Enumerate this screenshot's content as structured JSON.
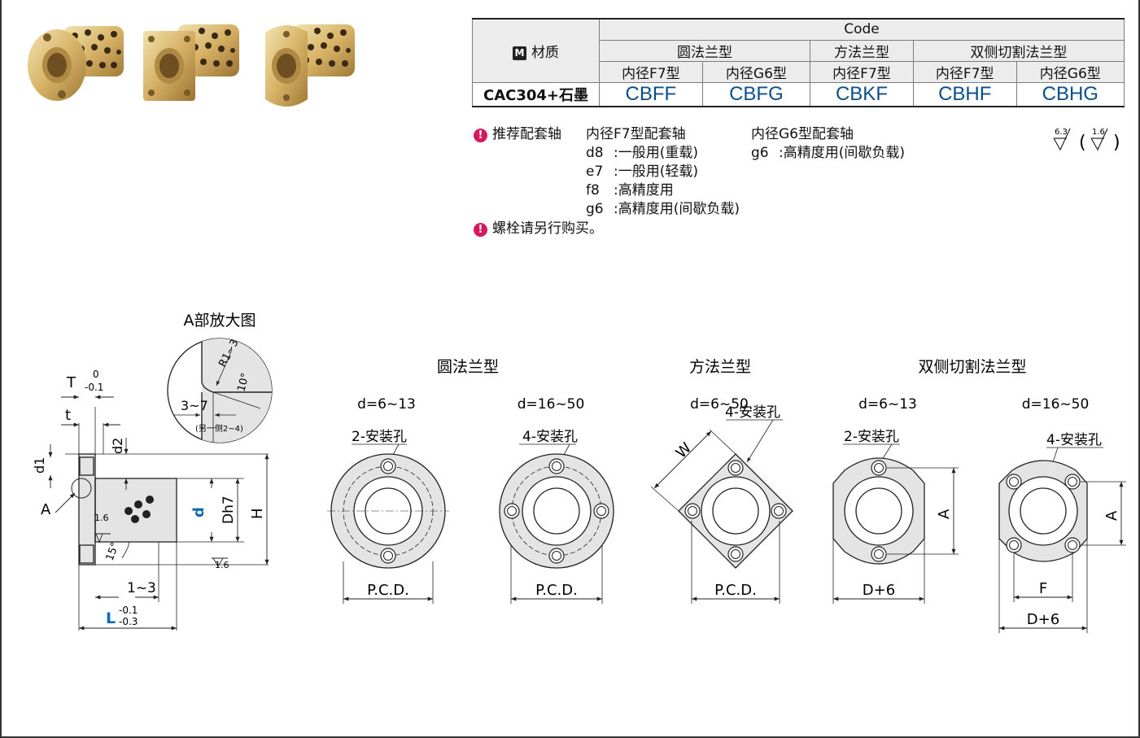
{
  "table": {
    "code_header": "Code",
    "material_badge": "M",
    "material_label": "材质",
    "groups": [
      {
        "label": "圆法兰型",
        "span": 2
      },
      {
        "label": "方法兰型",
        "span": 1
      },
      {
        "label": "双侧切割法兰型",
        "span": 2
      }
    ],
    "subheaders": [
      "内径F7型",
      "内径G6型",
      "内径F7型",
      "内径F7型",
      "内径G6型"
    ],
    "material_value": "CAC304+石墨",
    "codes": [
      "CBFF",
      "CBFG",
      "CBKF",
      "CBHF",
      "CBHG"
    ]
  },
  "notes": {
    "bang": "!",
    "shaft_label": "推荐配套轴",
    "f7_title": "内径F7型配套轴",
    "f7_items": [
      {
        "code": "d8",
        "desc": ":一般用(重载)"
      },
      {
        "code": "e7",
        "desc": ":一般用(轻载)"
      },
      {
        "code": "f8",
        "desc": ":高精度用"
      },
      {
        "code": "g6",
        "desc": ":高精度用(间歇负载)"
      }
    ],
    "g6_title": "内径G6型配套轴",
    "g6_items": [
      {
        "code": "g6",
        "desc": ":高精度用(间歇负载)"
      }
    ],
    "bolt_note": "螺栓请另行购买。",
    "roughness_main": "6.3",
    "roughness_alt": "1.6"
  },
  "drawing": {
    "detail_title": "A部放大图",
    "detail_labels": {
      "r": "R1~3",
      "angle": "10°",
      "range": "3~7",
      "other": "(另一侧2~4)"
    },
    "side_labels": {
      "T": "T",
      "T_tol_up": "0",
      "T_tol_low": "-0.1",
      "t": "t",
      "d1": "d1",
      "d2": "d2",
      "A": "A",
      "d": "d",
      "D": "Dh7",
      "H": "H",
      "r1": "1.6",
      "r2": "1.6",
      "angle": "15°",
      "range": "1~3",
      "L": "L",
      "L_tol_up": "-0.1",
      "L_tol_low": "-0.3"
    },
    "group_titles": [
      "圆法兰型",
      "方法兰型",
      "双侧切割法兰型"
    ],
    "views": [
      {
        "range": "d=6~13",
        "holes": "2-安装孔",
        "dim": "P.C.D."
      },
      {
        "range": "d=16~50",
        "holes": "4-安装孔",
        "dim": "P.C.D."
      },
      {
        "range": "d=6~50",
        "holes": "4-安装孔",
        "dim": "P.C.D.",
        "side": "W"
      },
      {
        "range": "d=6~13",
        "holes": "2-安装孔",
        "dim": "D+6",
        "side": "A"
      },
      {
        "range": "d=16~50",
        "holes": "4-安装孔",
        "dim": "F",
        "dim2": "D+6",
        "side": "A"
      }
    ],
    "colors": {
      "accent": "#0b6cb5",
      "part_fill": "#e4e4e4",
      "line": "#222222"
    }
  }
}
